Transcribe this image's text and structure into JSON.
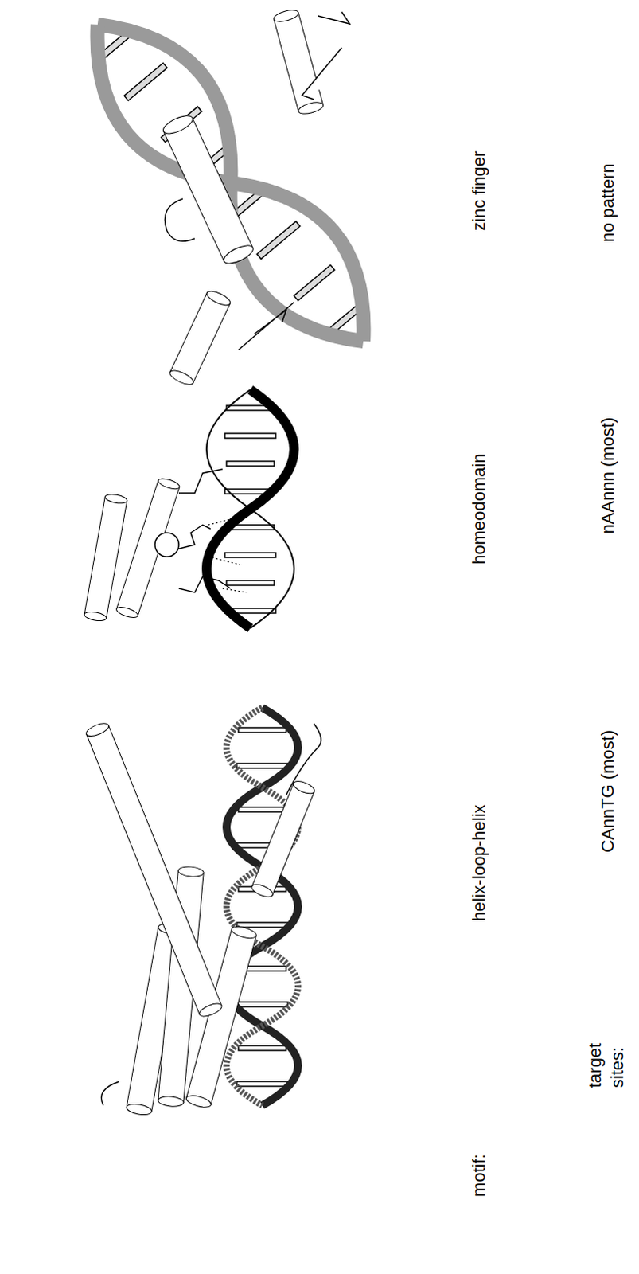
{
  "diagram": {
    "labels": [
      "motif:",
      "helix-loop-helix",
      "homeodomain",
      "zinc finger",
      "target sites:",
      "CAnnTG (most)",
      "nAAnnn (most)",
      "no pattern"
    ]
  }
}
